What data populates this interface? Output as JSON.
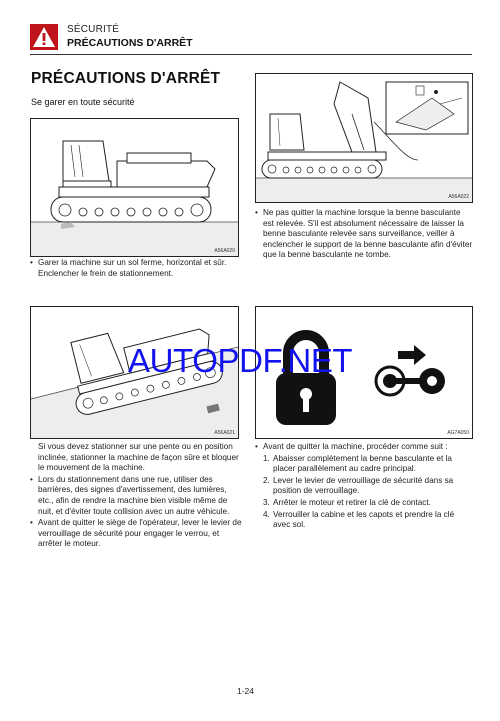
{
  "header": {
    "icon": "warning-triangle-icon",
    "section": "SÉCURITÉ",
    "title": "PRÉCAUTIONS D'ARRÊT",
    "accent_color": "#c0141b"
  },
  "page_title": "PRÉCAUTIONS D'ARRÊT",
  "subtitle": "Se garer en toute sécurité",
  "figures": [
    {
      "code": "A56A020",
      "depicts": "crawler-carrier-on-flat-ground"
    },
    {
      "code": "A56A022",
      "depicts": "raised-dump-body-with-support"
    },
    {
      "code": "A56A021",
      "depicts": "crawler-carrier-on-slope-with-blocks"
    },
    {
      "code": "AG7A050",
      "depicts": "padlock-and-key-in-ignition"
    }
  ],
  "blocks": {
    "flat_ground": [
      "Garer la machine sur un sol ferme, horizontal et sûr. Enclencher le frein de stationnement."
    ],
    "dump_body": [
      "Ne pas quitter la machine lorsque la benne basculante est relevée. S'il est absolument nécessaire de laisser la benne basculante relevée sans surveillance, veiller à enclencher le support de la benne basculante afin d'éviter que la benne basculante ne tombe."
    ],
    "slope_intro": "Si vous devez stationner sur une pente ou en position inclinée, stationner la machine de façon sûre et bloquer le mouvement de la machine.",
    "slope_bullets": [
      "Lors du stationnement dans une rue, utiliser des barrières, des signes d'avertissement, des lumières, etc., afin de rendre la machine bien visible même de nuit, et d'éviter toute collision avec un autre véhicule.",
      "Avant de quitter le siège de l'opérateur, lever le levier de verrouillage de sécurité pour engager le verrou, et arrêter le moteur."
    ],
    "leaving_intro": "Avant de quitter la machine, procéder comme suit :",
    "leaving_steps": [
      {
        "num": "1.",
        "text": "Abaisser complètement la benne basculante et la placer parallèlement au cadre principal."
      },
      {
        "num": "2.",
        "text": "Lever le levier de verrouillage de sécurité dans sa position de verrouillage."
      },
      {
        "num": "3.",
        "text": "Arrêter le moteur et retirer la clé de contact."
      },
      {
        "num": "4.",
        "text": "Verrouiller la cabine et les capots et prendre la clé avec sol."
      }
    ]
  },
  "watermark": "AUTOPDF.NET",
  "page_number": "1-24"
}
